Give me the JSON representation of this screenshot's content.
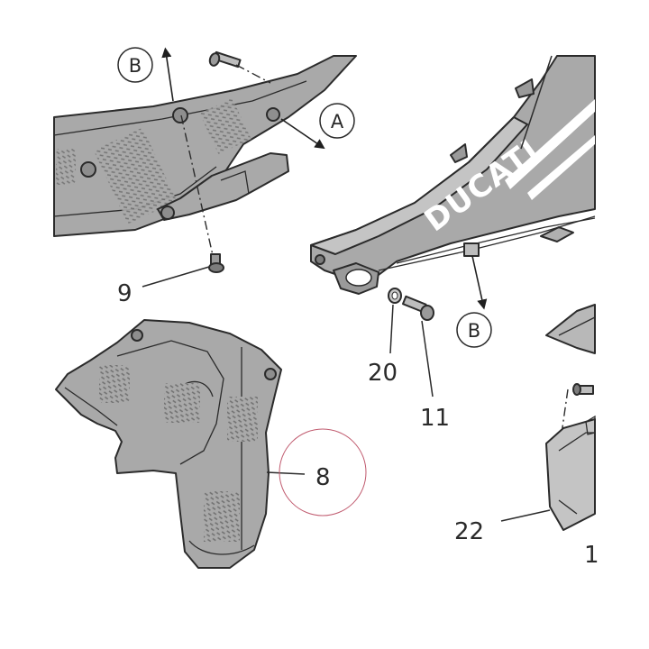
{
  "callouts": {
    "part_8": "8",
    "part_9": "9",
    "part_11": "11",
    "part_20": "20",
    "part_22": "22",
    "part_cut": "1"
  },
  "arrow_labels": {
    "b_top": "B",
    "a_right": "A",
    "b_bottom": "B"
  },
  "brand_text": "DUCATI",
  "colors": {
    "part_fill": "#a9a9a9",
    "part_dark": "#8e8e8e",
    "line": "#2b2b2b",
    "highlight_circle": "#c05a6e"
  }
}
